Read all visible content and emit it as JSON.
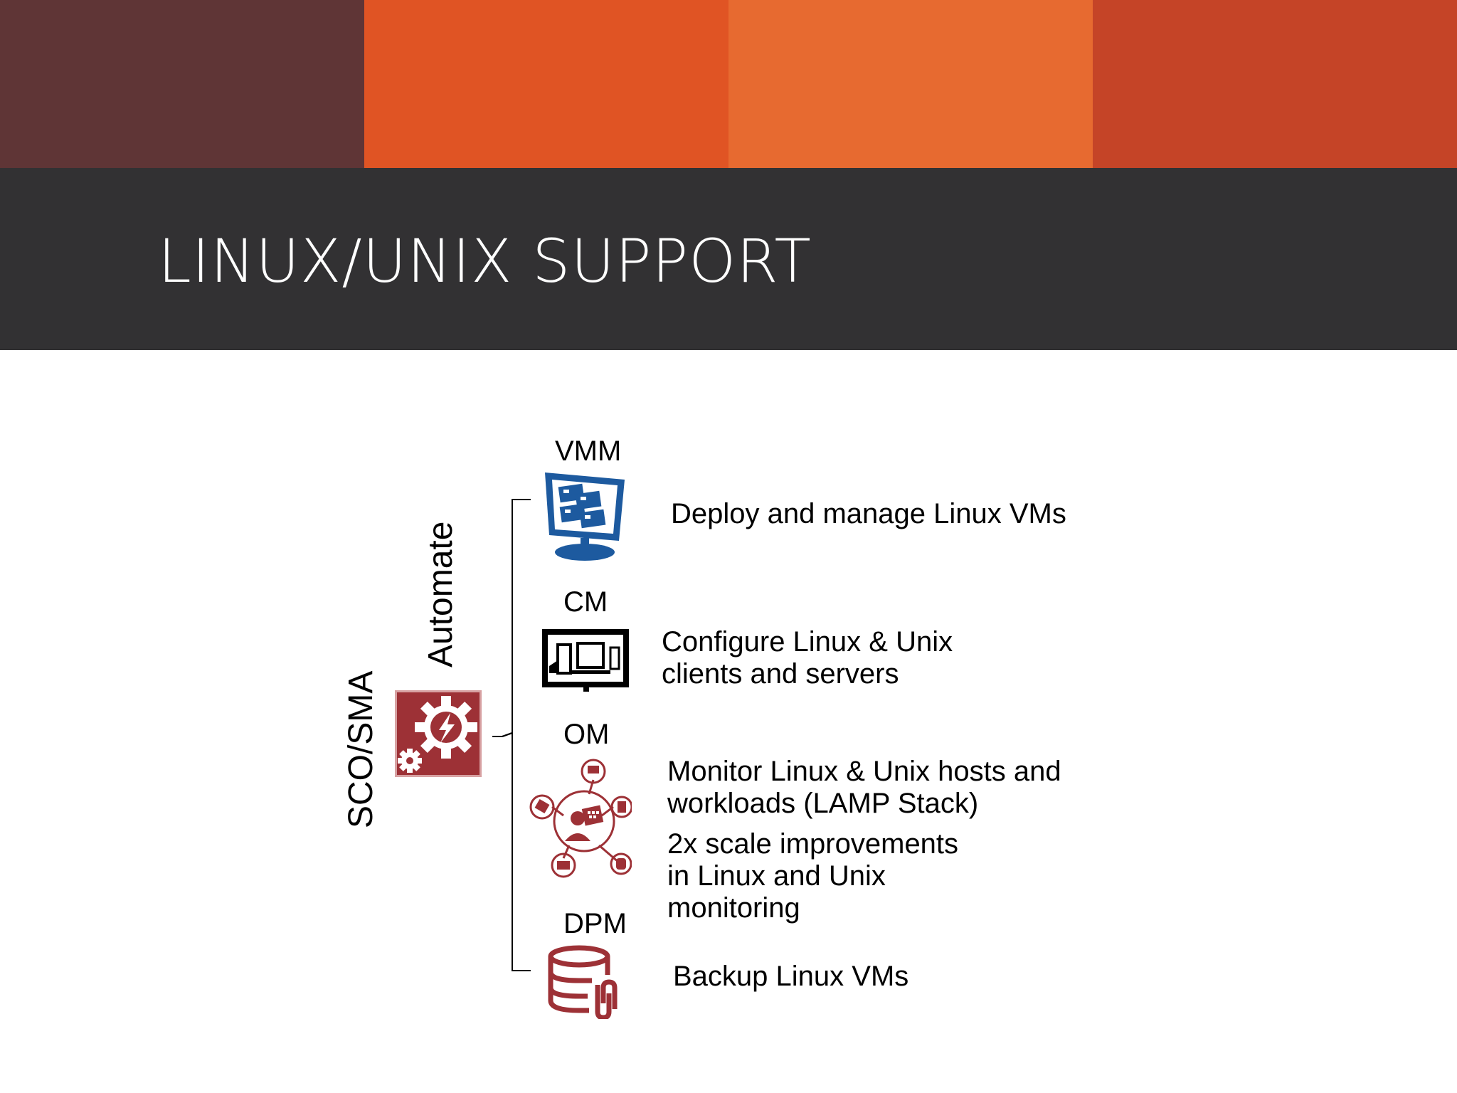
{
  "colors": {
    "band_1": "#5f3536",
    "band_2": "#e05424",
    "band_3": "#e76a30",
    "band_4": "#c54427",
    "title_bar": "#323133",
    "accent_red": "#9d3136",
    "icon_blue": "#1d5a9f"
  },
  "title": "LINUX/UNIX SUPPORT",
  "left": {
    "sco_label": "SCO/SMA",
    "automate_label": "Automate",
    "icon": "gear-lightning-icon"
  },
  "products": [
    {
      "name": "VMM",
      "icon": "monitor-vms-icon",
      "description": [
        "Deploy and manage Linux VMs"
      ]
    },
    {
      "name": "CM",
      "icon": "devices-icon",
      "description": [
        "Configure Linux & Unix",
        "clients and servers"
      ]
    },
    {
      "name": "OM",
      "icon": "network-hub-icon",
      "description": [
        "Monitor Linux & Unix hosts and",
        "workloads (LAMP Stack)",
        "2x scale improvements",
        "in Linux and Unix",
        "monitoring"
      ]
    },
    {
      "name": "DPM",
      "icon": "database-backup-icon",
      "description": [
        "Backup Linux VMs"
      ]
    }
  ]
}
